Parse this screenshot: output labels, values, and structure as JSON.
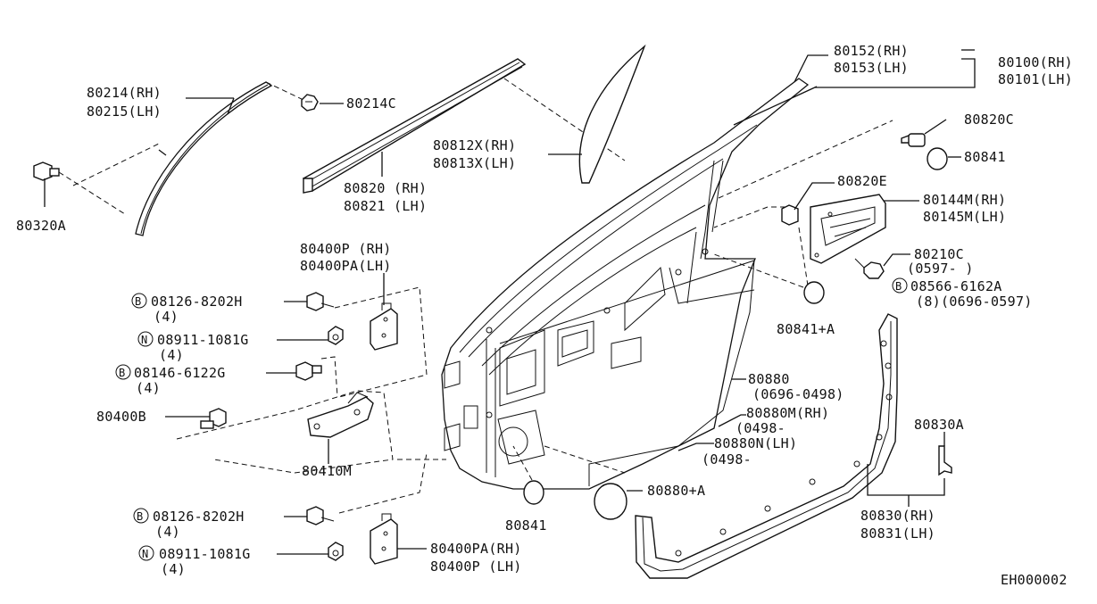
{
  "labels": {
    "p80214": "80214(RH)",
    "p80215": "80215(LH)",
    "p80214c": "80214C",
    "p80320a": "80320A",
    "p80820": "80820 (RH)",
    "p80821": "80821 (LH)",
    "p80812x": "80812X(RH)",
    "p80813x": "80813X(LH)",
    "p80152": "80152(RH)",
    "p80153": "80153(LH)",
    "p80100": "80100(RH)",
    "p80101": "80101(LH)",
    "p80820c": "80820C",
    "p80841_top": "80841",
    "p80820e": "80820E",
    "p80144m": "80144M(RH)",
    "p80145m": "80145M(LH)",
    "p80210c": "80210C",
    "p80210c_range": "(0597-      )",
    "p08566": "08566-6162A",
    "p08566_qty": "(8)(0696-0597)",
    "p80841a": "80841+A",
    "p80400p": "80400P (RH)",
    "p80400pa": "80400PA(LH)",
    "p08126_top": "08126-8202H",
    "p08126_top_qty": "(4)",
    "p08911_top": "08911-1081G",
    "p08911_top_qty": "(4)",
    "p08146": "08146-6122G",
    "p08146_qty": "(4)",
    "p80400b": "80400B",
    "p80410m": "80410M",
    "p80880": "80880",
    "p80880_range": "(0696-0498)",
    "p80880m": "80880M(RH)",
    "p80880m_range": "(0498-",
    "p80880n": "80880N(LH)",
    "p80880n_range": "(0498-",
    "p80880a": "80880+A",
    "p80841_bottom": "80841",
    "p80830a": "80830A",
    "p80830": "80830(RH)",
    "p80831": "80831(LH)",
    "p08126_bot": "08126-8202H",
    "p08126_bot_qty": "(4)",
    "p08911_bot": "08911-1081G",
    "p08911_bot_qty": "(4)",
    "p80400pa_rh": "80400PA(RH)",
    "p80400p_lh": "80400P (LH)",
    "diagram_id": "EH000002",
    "mark_b": "B",
    "mark_n": "N"
  }
}
